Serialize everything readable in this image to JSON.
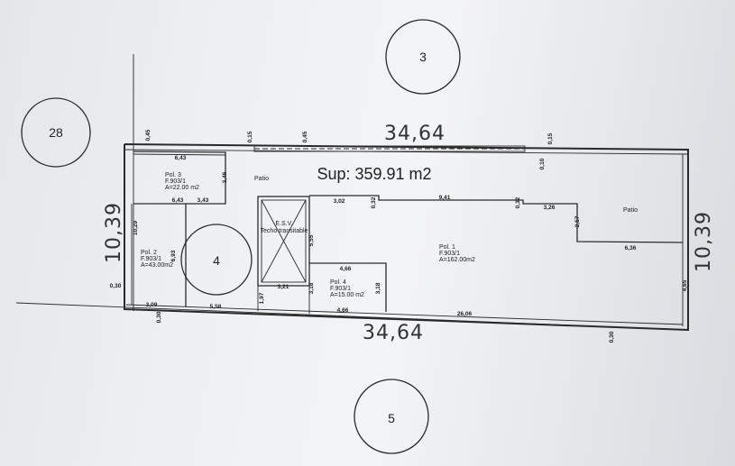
{
  "surface": "Sup: 359.91 m2",
  "dims": {
    "top": "34,64",
    "bottom": "34,64",
    "left": "10,39",
    "right": "10,39",
    "d_0_45_a": "0,45",
    "d_0_15_a": "0,15",
    "d_0_45_b": "0,45",
    "d_0_15_b": "0,15",
    "d_0_10": "0,10",
    "d_6_43_a": "6,43",
    "d_3_46": "3,46",
    "d_6_43_b": "6,43",
    "d_3_43": "3,43",
    "d_10_29": "10,29",
    "d_6_93": "6,93",
    "d_0_30_a": "0,30",
    "d_3_09": "3,09",
    "d_0_30_b": "0,30",
    "d_5_58": "5,58",
    "d_1_97": "1,97",
    "d_3_21": "3,21",
    "d_5_55": "5,55",
    "d_3_18_a": "3,18",
    "d_3_18_b": "3,18",
    "d_4_66_a": "4,66",
    "d_4_66_b": "4,66",
    "d_3_02": "3,02",
    "d_0_32_a": "0,32",
    "d_9_41": "9,41",
    "d_0_32_b": "0,32",
    "d_3_26": "3,26",
    "d_2_57": "2,57",
    "d_6_36": "6,36",
    "d_4_65": "4,65",
    "d_26_06": "26,06",
    "d_0_30_c": "0,30"
  },
  "rooms": {
    "patio_top": "Patio",
    "patio_right": "Patio",
    "pol3": [
      "Pol. 3",
      "F.903/1",
      "A=22.00 m2"
    ],
    "pol2": [
      "Pol. 2",
      "F.903/1",
      "A=43.00m2"
    ],
    "pol1": [
      "Pol. 1",
      "F.903/1",
      "A=162.00m2"
    ],
    "pol4": [
      "Pol. 4",
      "F.903/1",
      "A=15.00 m2"
    ],
    "esv": [
      "E.S.V.",
      "Techo transitable"
    ]
  },
  "circles": {
    "c28": "28",
    "c3": "3",
    "c4": "4",
    "c5": "5"
  }
}
